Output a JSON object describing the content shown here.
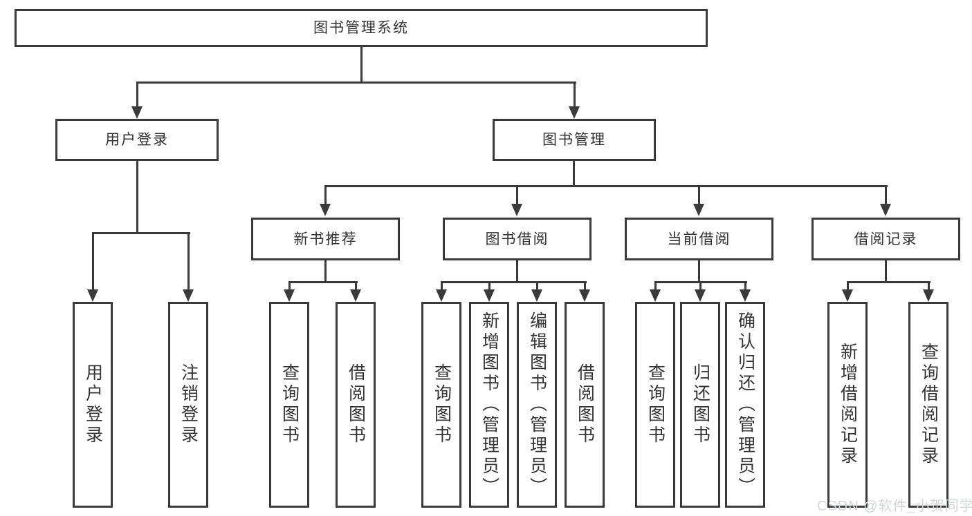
{
  "diagram": {
    "root": {
      "label": "图书管理系统"
    },
    "level2": [
      {
        "label": "用户登录"
      },
      {
        "label": "图书管理"
      }
    ],
    "level3": [
      {
        "label": "新书推荐"
      },
      {
        "label": "图书借阅"
      },
      {
        "label": "当前借阅"
      },
      {
        "label": "借阅记录"
      }
    ],
    "leaves": {
      "login": [
        {
          "label": "用户登录"
        },
        {
          "label": "注销登录"
        }
      ],
      "newbook": [
        {
          "label": "查询图书"
        },
        {
          "label": "借阅图书"
        }
      ],
      "borrow": [
        {
          "label": "查询图书"
        },
        {
          "label": "新增图书（管理员）"
        },
        {
          "label": "编辑图书（管理员）"
        },
        {
          "label": "借阅图书"
        }
      ],
      "current": [
        {
          "label": "查询图书"
        },
        {
          "label": "归还图书"
        },
        {
          "label": "确认归还（管理员）"
        }
      ],
      "records": [
        {
          "label": "新增借阅记录"
        },
        {
          "label": "查询借阅记录"
        }
      ]
    },
    "watermark": "CSDN @软件_小贺同学"
  },
  "colors": {
    "line": "#3a3a3a",
    "text": "#333333",
    "watermark": "#d2d5da",
    "background": "#ffffff"
  }
}
